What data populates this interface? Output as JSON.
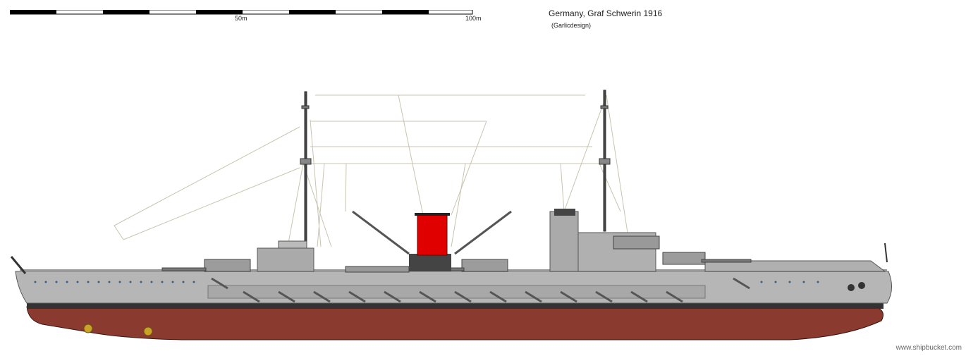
{
  "header": {
    "title": "Germany, Graf Schwerin 1916",
    "credit": "(Garlicdesign)"
  },
  "scale": {
    "mid_label": "50m",
    "end_label": "100m"
  },
  "footer": {
    "watermark": "www.shipbucket.com"
  },
  "colors": {
    "hull_red": "#8b3a2f",
    "hull_grey": "#b6b6b6",
    "boot_top": "#333333",
    "funnel_red": "#e00000",
    "deck_dark": "#555555"
  }
}
